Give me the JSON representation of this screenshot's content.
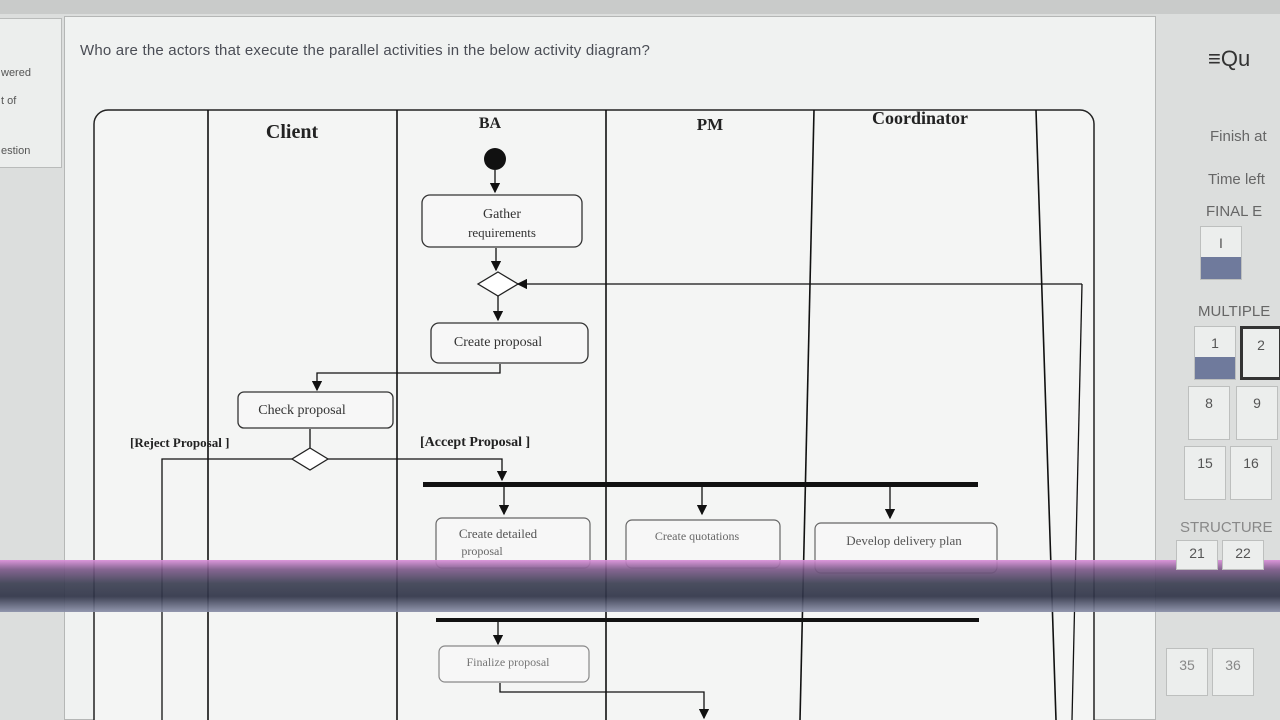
{
  "left_panel": {
    "answered_fragment": "wered",
    "of_fragment": "t of",
    "question_fragment": "estion"
  },
  "question": {
    "text": "Who are the actors that execute the parallel activities in the below activity diagram?"
  },
  "diagram": {
    "lanes": [
      "Client",
      "BA",
      "PM",
      "Coordinator"
    ],
    "activities": {
      "gather": [
        "Gather",
        "requirements"
      ],
      "create_proposal": "Create proposal",
      "check_proposal": "Check proposal",
      "create_detailed": [
        "Create detailed",
        "proposal"
      ],
      "create_quotations": "Create quotations",
      "develop_delivery": "Develop delivery plan",
      "finalize": "Finalize proposal"
    },
    "guards": {
      "reject": "[Reject Proposal ]",
      "accept": "[Accept Proposal ]"
    }
  },
  "quiz_nav": {
    "title": "Qu",
    "finish_attempt": "Finish at",
    "time_left": "Time left",
    "final_section": "FINAL E",
    "multiple_section": "MULTIPLE",
    "structure_section": "STRUCTURE",
    "buttons": {
      "b_i": "I",
      "b1": "1",
      "b2": "2",
      "b8": "8",
      "b9": "9",
      "b15": "15",
      "b16": "16",
      "b21": "21",
      "b22": "22",
      "b35": "35",
      "b36": "36"
    }
  },
  "colors": {
    "answered_fill": "#6f7a9c",
    "background": "#dcdedd",
    "diagram_line": "#111111"
  },
  "icons": {
    "menu": "hamburger-icon",
    "initial_node": "filled-circle",
    "decision": "diamond",
    "fork": "fork-bar"
  }
}
